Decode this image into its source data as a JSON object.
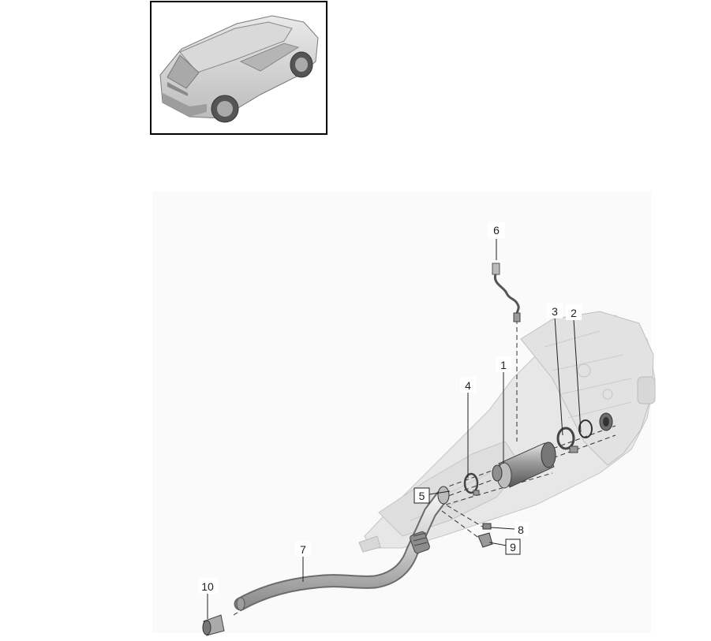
{
  "thumbnail": {
    "description_icon": "car-thumbnail-icon"
  },
  "callouts": [
    {
      "id": "c1",
      "text": "1",
      "boxed": false
    },
    {
      "id": "c2",
      "text": "2",
      "boxed": false
    },
    {
      "id": "c3",
      "text": "3",
      "boxed": false
    },
    {
      "id": "c4",
      "text": "4",
      "boxed": false
    },
    {
      "id": "c5",
      "text": "5",
      "boxed": true
    },
    {
      "id": "c6",
      "text": "6",
      "boxed": false
    },
    {
      "id": "c7",
      "text": "7",
      "boxed": false
    },
    {
      "id": "c8",
      "text": "8",
      "boxed": false
    },
    {
      "id": "c9",
      "text": "9",
      "boxed": true
    },
    {
      "id": "c10",
      "text": "10",
      "boxed": false
    }
  ]
}
